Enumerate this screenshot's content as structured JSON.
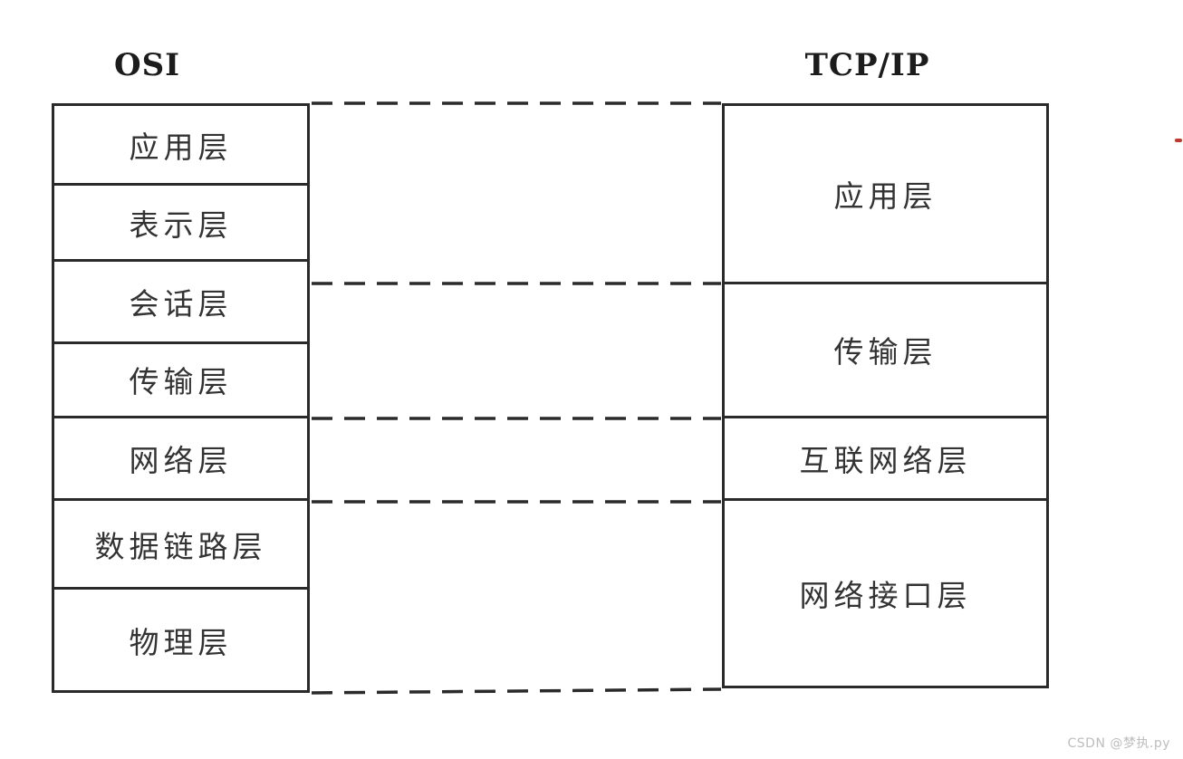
{
  "osi": {
    "title": "OSI",
    "layers": [
      "应用层",
      "表示层",
      "会话层",
      "传输层",
      "网络层",
      "数据链路层",
      "物理层"
    ]
  },
  "tcpip": {
    "title": "TCP/IP",
    "layers": [
      "应用层",
      "传输层",
      "互联网络层",
      "网络接口层"
    ]
  },
  "watermark": "CSDN @梦执.py",
  "colors": {
    "line": "#2a2a2a",
    "text": "#333333",
    "watermark": "#bdbdbd",
    "red_mark": "#c0392b",
    "background": "#ffffff"
  }
}
